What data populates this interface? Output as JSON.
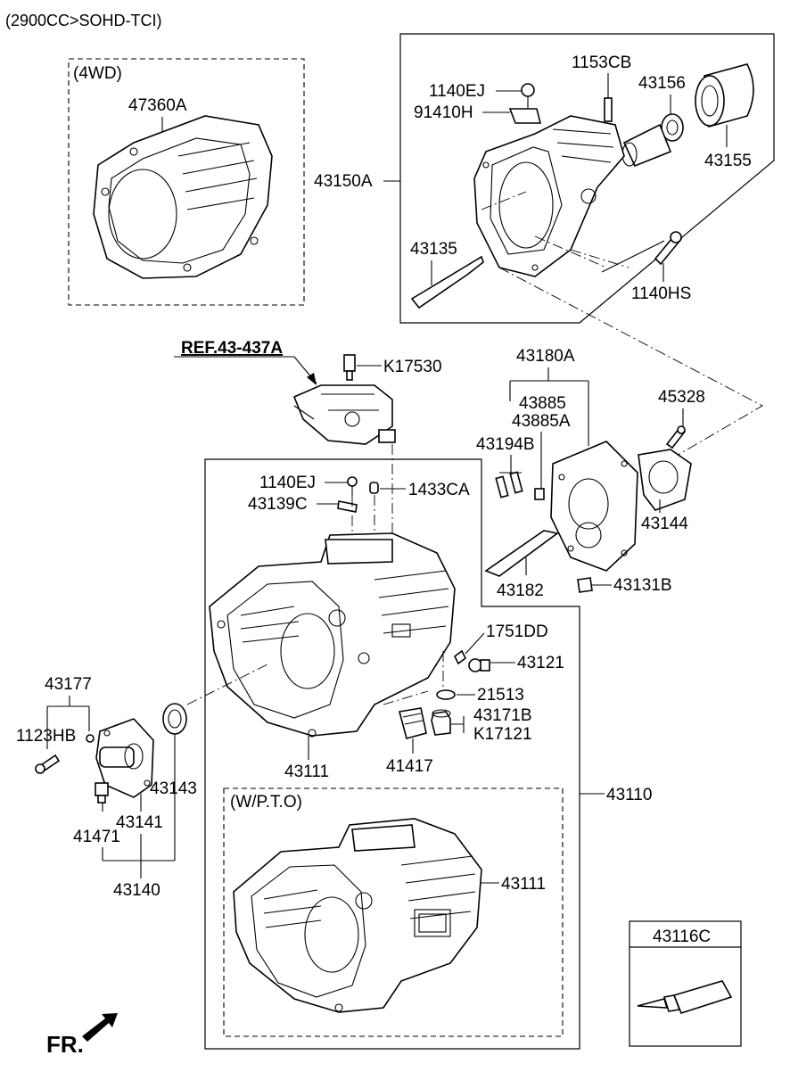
{
  "header": {
    "engine": "(2900CC>SOHD-TCI)"
  },
  "groups": {
    "four_wd": "(4WD)",
    "wpto": "(W/P.T.O)",
    "sealant_box": "43116C"
  },
  "ref_label": "REF.43-437A",
  "orientation": "FR.",
  "labels": {
    "p47360A": "47360A",
    "p1140EJ_top": "1140EJ",
    "p91410H": "91410H",
    "p1153CB": "1153CB",
    "p43156": "43156",
    "p43155": "43155",
    "p43150A": "43150A",
    "p43135": "43135",
    "p1140HS": "1140HS",
    "pK17530": "K17530",
    "p43180A": "43180A",
    "p43885": "43885",
    "p43885A": "43885A",
    "p43194B": "43194B",
    "p45328": "45328",
    "p43144": "43144",
    "p43182": "43182",
    "p43131B": "43131B",
    "p1140EJ_mid": "1140EJ",
    "p1433CA": "1433CA",
    "p43139C": "43139C",
    "p1751DD": "1751DD",
    "p43121": "43121",
    "p21513": "21513",
    "p43171B": "43171B",
    "pK17121": "K17121",
    "p43177": "43177",
    "p1123HB": "1123HB",
    "p43111_top": "43111",
    "p41417": "41417",
    "p43143": "43143",
    "p43141": "43141",
    "p41471": "41471",
    "p43140": "43140",
    "p43110": "43110",
    "p43111_bot": "43111"
  }
}
